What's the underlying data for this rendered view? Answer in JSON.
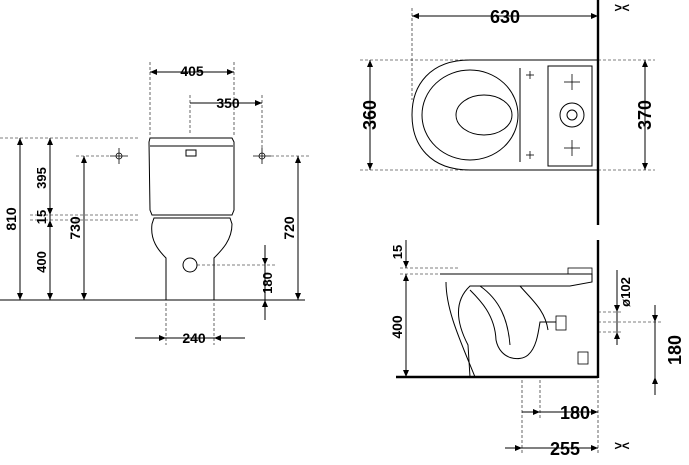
{
  "front_view": {
    "width_tank": "405",
    "bolt_spacing": "350",
    "height_total": "810",
    "height_upper": "395",
    "gap": "15",
    "height_lower": "400",
    "inner_height": "730",
    "side_height": "720",
    "outlet_height": "180",
    "base_width": "240"
  },
  "top_view": {
    "length": "630",
    "width_bowl": "360",
    "width_tank": "370"
  },
  "side_view": {
    "gap": "15",
    "height": "400",
    "diameter": "ø102",
    "outlet_height": "180",
    "outlet_offset": "180",
    "outlet_distance": "255"
  },
  "wall_mark": "><"
}
